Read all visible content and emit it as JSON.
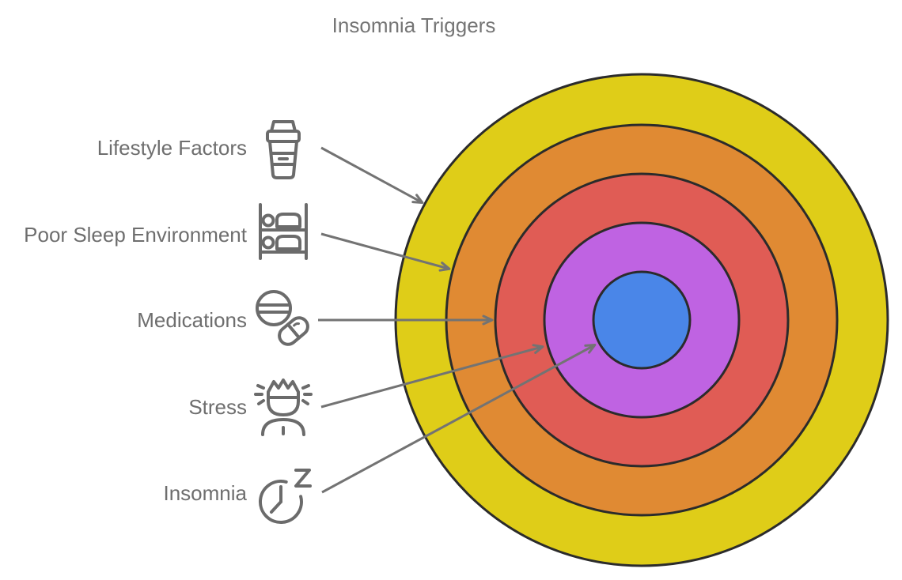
{
  "title": "Insomnia Triggers",
  "colors": {
    "background": "#ffffff",
    "ring_outline": "#2b2b2b",
    "arrow": "#737373",
    "label_text": "#6e6e6e",
    "title_text": "#757575",
    "icon_stroke": "#6b6b6b"
  },
  "rings": [
    {
      "label": "Lifestyle Factors",
      "color": "#dfcd18",
      "icon": "coffee-cup-icon"
    },
    {
      "label": "Poor Sleep Environment",
      "color": "#e08a33",
      "icon": "bunk-bed-icon"
    },
    {
      "label": "Medications",
      "color": "#e05c55",
      "icon": "pills-icon"
    },
    {
      "label": "Stress",
      "color": "#bf63e2",
      "icon": "stress-face-icon"
    },
    {
      "label": "Insomnia",
      "color": "#4a86e8",
      "icon": "sleep-clock-icon"
    }
  ]
}
